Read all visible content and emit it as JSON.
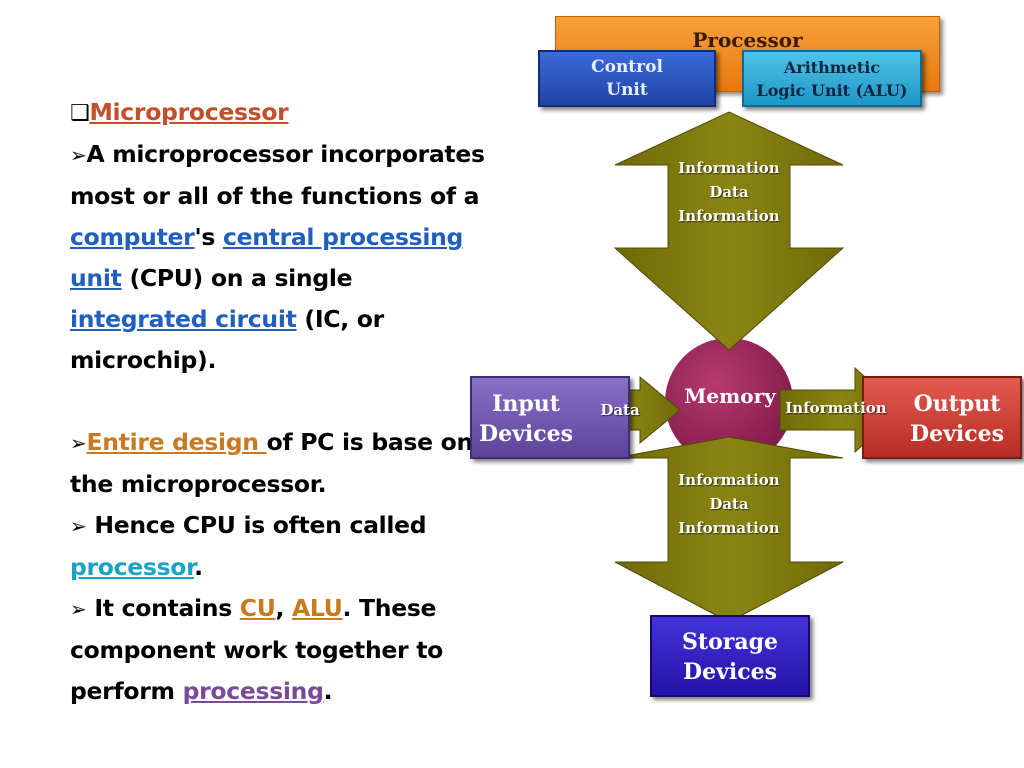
{
  "text": {
    "heading": "Microprocessor",
    "p1_lead": "A microprocessor incorporates most or all of the functions of a ",
    "link_computer": "computer",
    "p1_mid": "'s ",
    "link_cpu": "central processing unit",
    "p1_after_cpu": " (CPU) on a single ",
    "link_ic": "integrated circuit",
    "p1_end": " (IC, or microchip).",
    "link_entire_design": "Entire design ",
    "p2_end": "of PC is base on the microprocessor.",
    "p3_lead": " Hence CPU is often called ",
    "link_processor": "processor",
    "p3_end": ".",
    "p4_lead": " It contains ",
    "link_cu": "CU",
    "p4_comma": ", ",
    "link_alu": "ALU",
    "p4_mid": ". These component work together to perform ",
    "link_processing": "processing",
    "p4_end": "."
  },
  "diagram": {
    "processor": "Processor",
    "control_unit_l1": "Control",
    "control_unit_l2": "Unit",
    "alu_l1": "Arithmetic",
    "alu_l2": "Logic Unit (ALU)",
    "up_arrow": [
      "Information",
      "Data",
      "Information"
    ],
    "down_arrow": [
      "Information",
      "Data",
      "Information"
    ],
    "memory": "Memory",
    "input_l1": "Input",
    "input_l2": "Devices",
    "output_l1": "Output",
    "output_l2": "Devices",
    "storage_l1": "Storage",
    "storage_l2": "Devices",
    "data_arrow": "Data",
    "info_arrow": "Information"
  },
  "colors": {
    "arrow_fill": "#7f7a0d",
    "memory_fill": "#9a2658",
    "processor_fill": "#f08a1e",
    "control_unit_fill": "#2a55c4",
    "alu_fill": "#33b0dc",
    "input_fill": "#745ab4",
    "output_fill": "#cc3f36",
    "storage_fill": "#3422c0"
  }
}
